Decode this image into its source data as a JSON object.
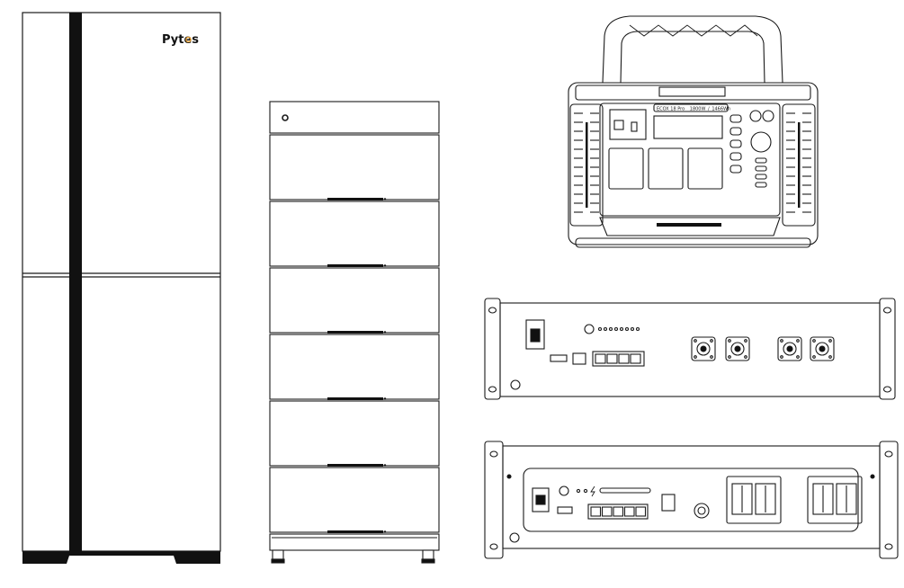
{
  "brand": {
    "logo_text": "Pytes",
    "accent": "#e8a33c"
  },
  "portable_unit": {
    "model": "ECOX 18 Pro",
    "rating_w": "1800W",
    "rating_wh": "1466Wh"
  },
  "colors": {
    "stroke": "#1a1a1a",
    "fill": "#111111",
    "background": "#ffffff"
  }
}
